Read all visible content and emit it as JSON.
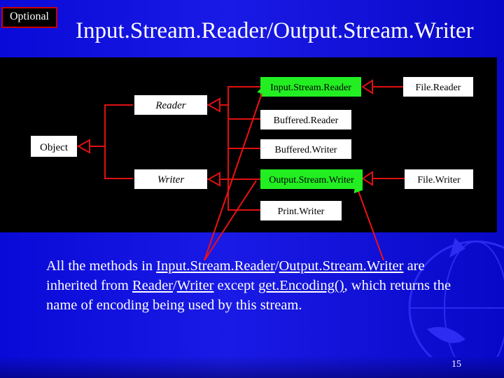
{
  "badge": {
    "label": "Optional"
  },
  "title": "Input.Stream.Reader/Output.Stream.Writer",
  "diagram": {
    "nodes": {
      "object": "Object",
      "reader": "Reader",
      "writer": "Writer",
      "input_stream_reader": "Input.Stream.Reader",
      "buffered_reader": "Buffered.Reader",
      "buffered_writer": "Buffered.Writer",
      "output_stream_writer": "Output.Stream.Writer",
      "print_writer": "Print.Writer",
      "file_reader": "File.Reader",
      "file_writer": "File.Writer"
    },
    "colors": {
      "highlight": "#22ee22",
      "arrow": "#ee1111",
      "panel": "#000000"
    }
  },
  "body": {
    "s1": "All the methods in ",
    "l1": "Input.Stream.Reader",
    "s2": "/",
    "l2": "Output.Stream.Writer",
    "s3": " are inherited from ",
    "l3": "Reader",
    "s4": "/",
    "l4": "Writer",
    "s5": " except ",
    "l5": "get.Encoding()",
    "s6": ", which returns the name of encoding being used by this stream."
  },
  "page_number": "15"
}
